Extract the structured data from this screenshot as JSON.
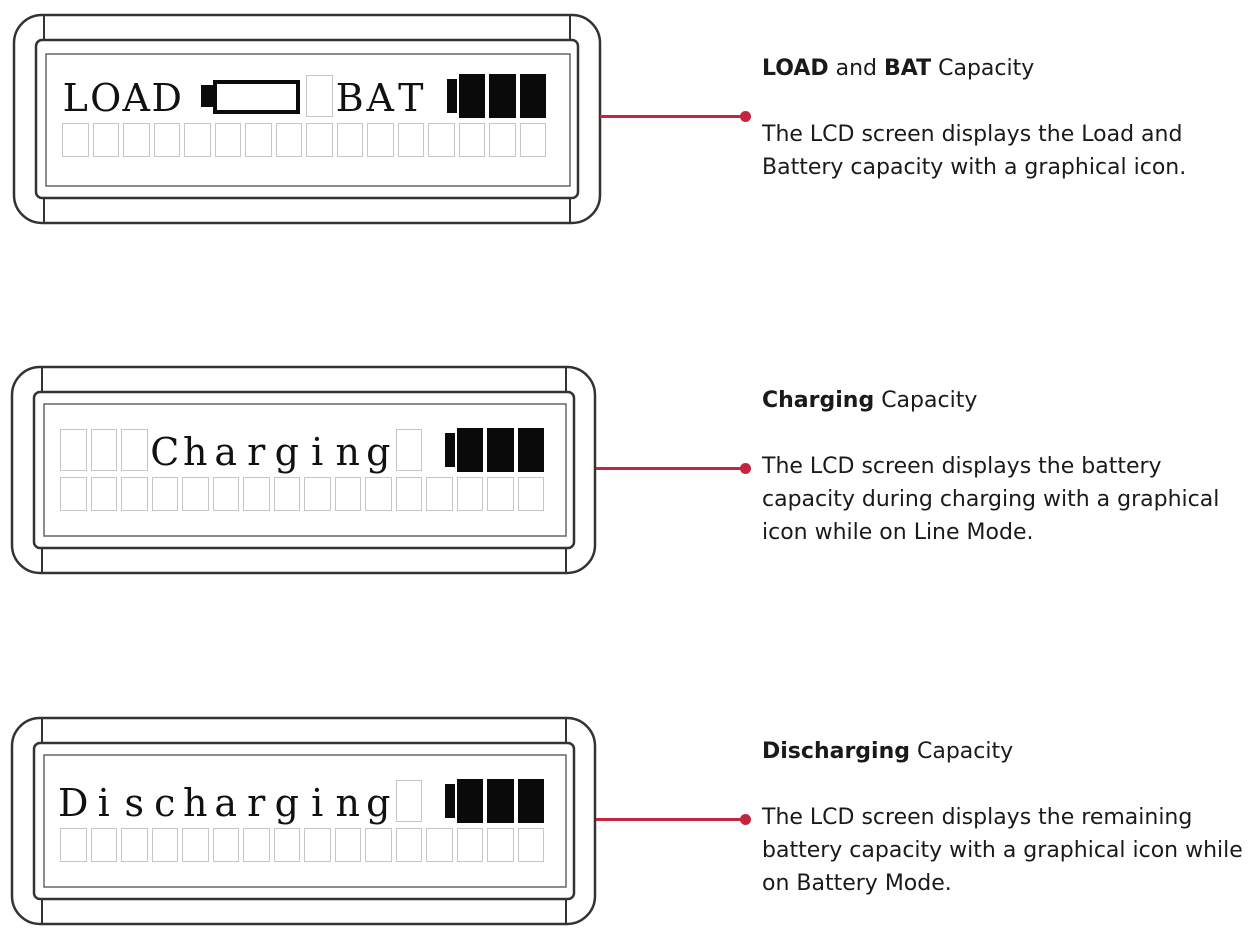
{
  "colors": {
    "accent": "#c4243f",
    "segment_on": "#0a0a0a",
    "segment_off": "#c6c6c6"
  },
  "panels": [
    {
      "lcd_text": [
        "L",
        "O",
        "A",
        "D",
        "",
        "",
        "",
        "",
        "",
        "B",
        "A",
        "T",
        "",
        "",
        "",
        ""
      ],
      "title_bold_1": "LOAD",
      "title_mid": " and ",
      "title_bold_2": "BAT",
      "title_rest": " Capacity",
      "description": "The LCD screen displays the Load and Battery capacity with a graphical icon."
    },
    {
      "lcd_text": [
        "",
        "",
        "",
        "C",
        "h",
        "a",
        "r",
        "g",
        "i",
        "n",
        "g",
        "",
        "",
        "",
        "",
        ""
      ],
      "title_bold_1": "Charging",
      "title_rest": " Capacity",
      "description": "The LCD screen displays the battery capacity during charging with a graphical icon while on Line Mode."
    },
    {
      "lcd_text": [
        "",
        "D",
        "i",
        "s",
        "c",
        "h",
        "a",
        "r",
        "g",
        "i",
        "n",
        "g",
        "",
        "",
        "",
        ""
      ],
      "title_bold_1": "Discharging",
      "title_rest": " Capacity",
      "description": "The LCD screen displays the remaining battery capacity with a graphical icon while on Battery Mode."
    }
  ]
}
